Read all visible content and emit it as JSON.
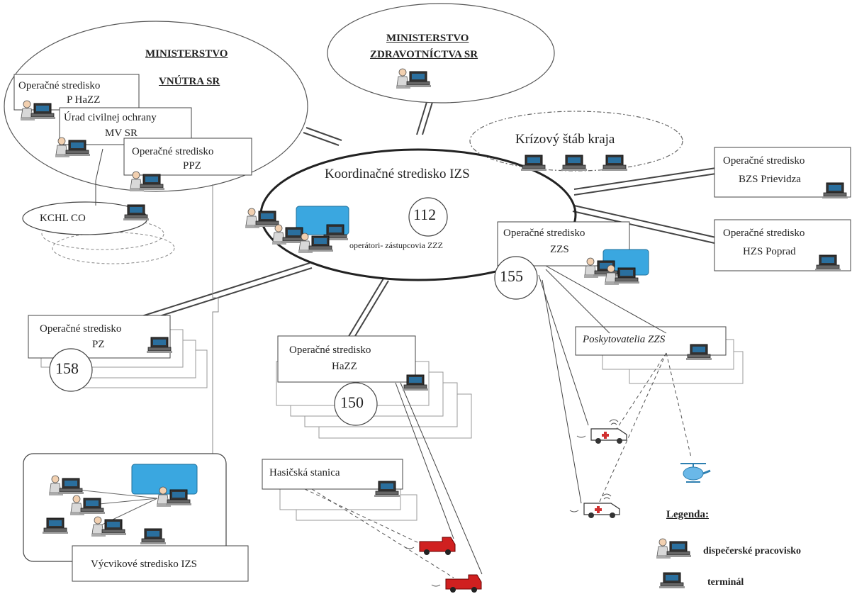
{
  "ministries": {
    "interior_line1": "MINISTERSTVO",
    "interior_line2": "VNÚTRA SR",
    "health_line1": "MINISTERSTVO",
    "health_line2": "ZDRAVOTNÍCTVA SR"
  },
  "interior_units": {
    "op_hazz_line1": "Operačné stredisko",
    "op_hazz_line2": "P HaZZ",
    "civil_line1": "Úrad civilnej ochrany",
    "civil_line2": "MV SR",
    "ppz_line1": "Operačné stredisko",
    "ppz_line2": "PPZ",
    "kchl": "KCHL CO"
  },
  "center": {
    "title": "Koordinačné stredisko IZS",
    "number": "112",
    "operators": "operátori- zástupcovia ZZZ"
  },
  "crisis": {
    "label": "Krízový štáb kraja"
  },
  "regional": {
    "bzs_line1": "Operačné stredisko",
    "bzs_line2": "BZS Prievidza",
    "hzs_line1": "Operačné stredisko",
    "hzs_line2": "HZS Poprad"
  },
  "zzs": {
    "line1": "Operačné stredisko",
    "line2": "ZZS",
    "number": "155"
  },
  "pz": {
    "line1": "Operačné stredisko",
    "line2": "PZ",
    "number": "158"
  },
  "hazz": {
    "line1": "Operačné stredisko",
    "line2": "HaZZ",
    "number": "150"
  },
  "providers": {
    "label": "Poskytovatelia ZZS"
  },
  "fire_station": {
    "label": "Hasičská stanica"
  },
  "training": {
    "label": "Výcvikové stredisko IZS"
  },
  "legend": {
    "title": "Legenda:",
    "dispatcher": "dispečerské pracovisko",
    "terminal": "terminál",
    "dispatcher_icon": "dispatcher-icon",
    "terminal_icon": "terminal-icon"
  },
  "colors": {
    "screen": "#3aa7e0",
    "ambulance_cross": "#d03030",
    "fire_truck": "#d02020",
    "helicopter": "#6ab8e8"
  }
}
